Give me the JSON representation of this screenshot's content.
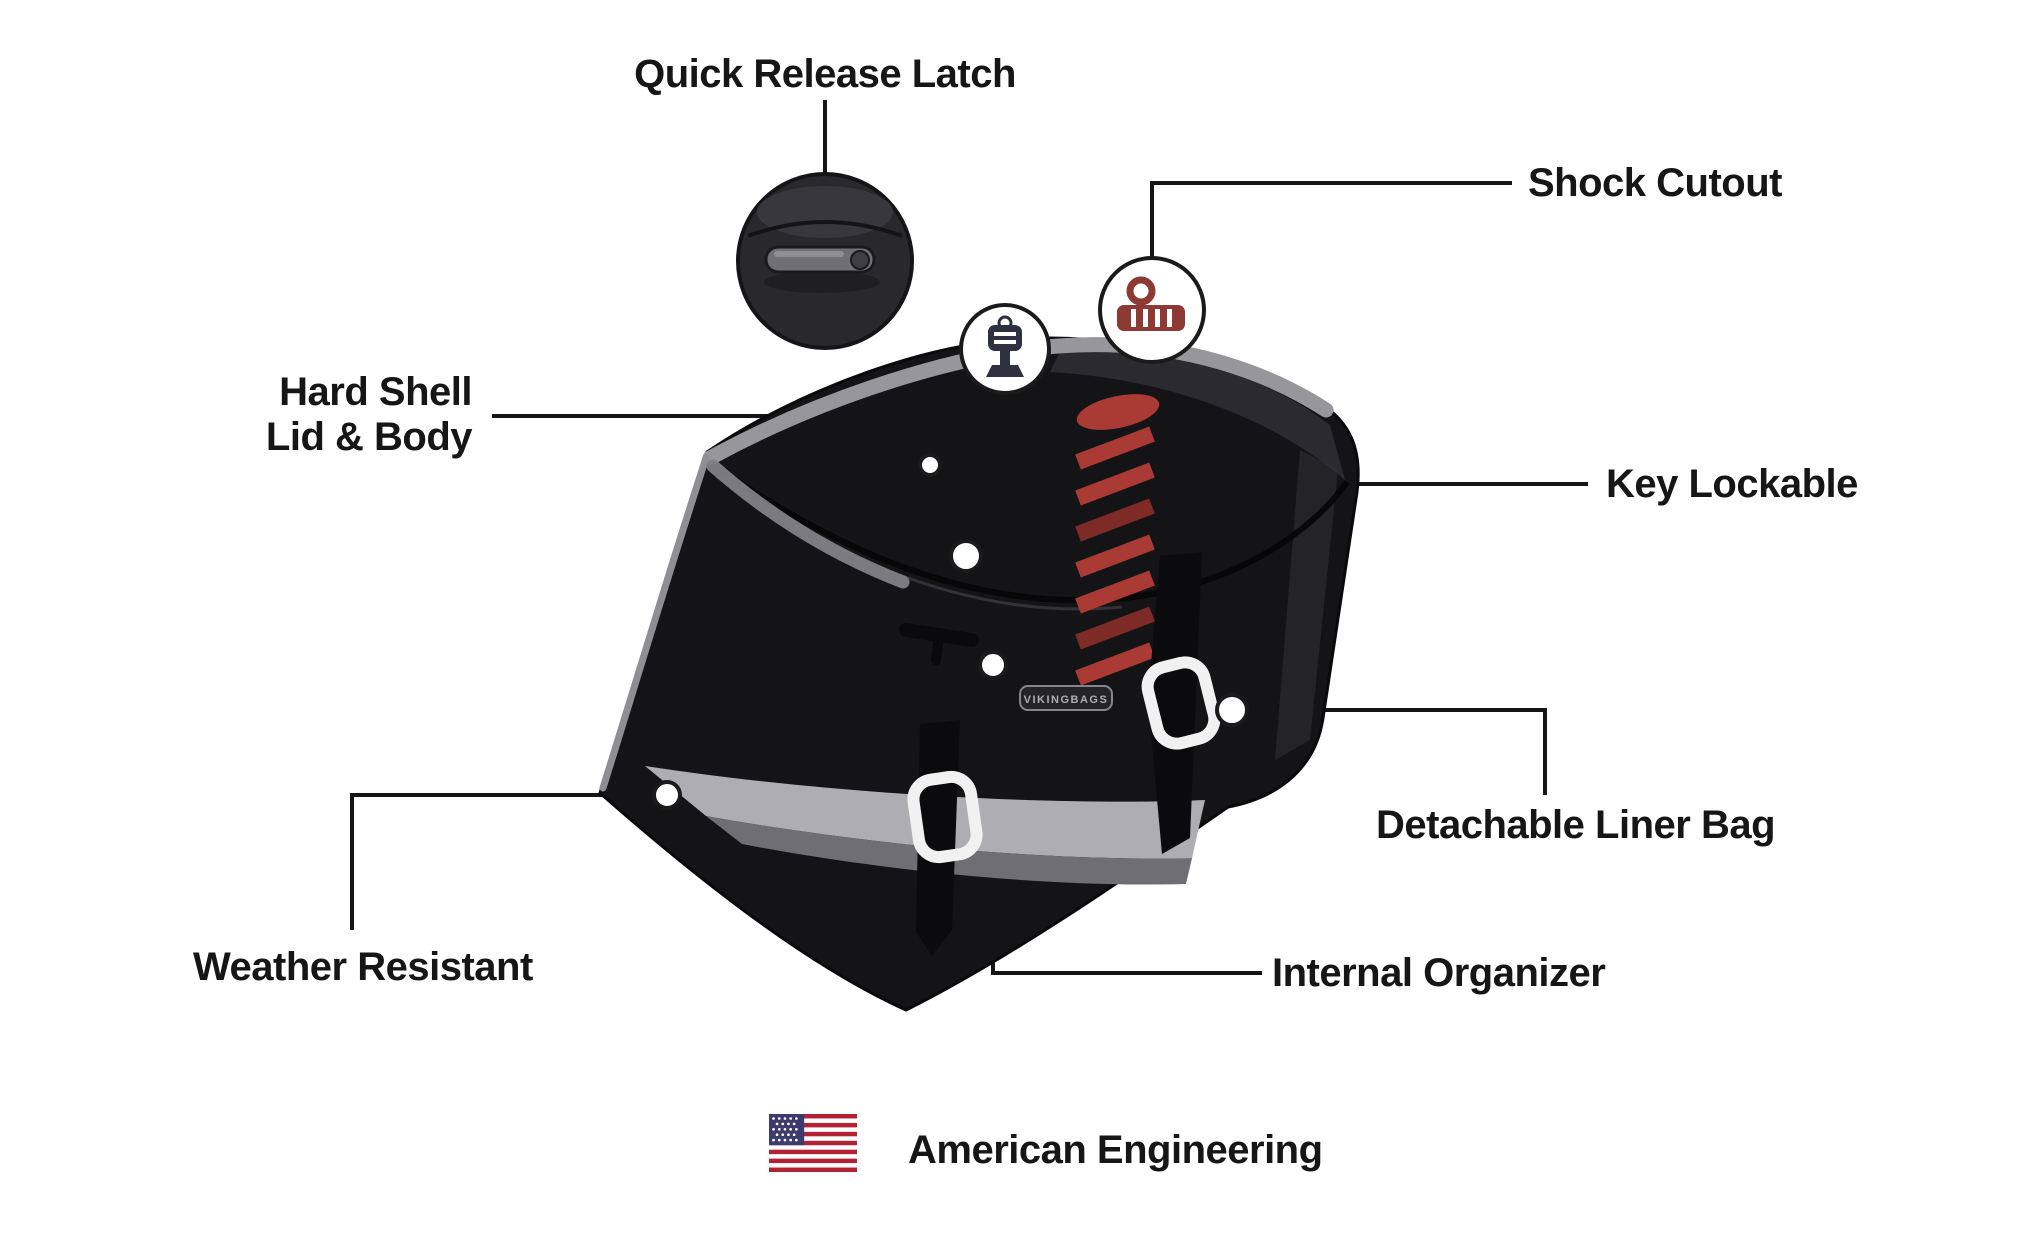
{
  "labels": {
    "quick_release": "Quick Release Latch",
    "shock_cutout": "Shock Cutout",
    "hard_shell_line1": "Hard Shell",
    "hard_shell_line2": "Lid & Body",
    "key_lockable": "Key Lockable",
    "detachable_liner_bag": "Detachable Liner Bag",
    "internal_organizer": "Internal Organizer",
    "weather_resistant": "Weather Resistant"
  },
  "footer": {
    "american_engineering": "American Engineering"
  },
  "brand": {
    "badge": "VIKINGBAGS"
  },
  "icons": {
    "latch_inset": "quick-release-latch-closeup",
    "key": "key-icon",
    "shock": "shock-absorber-icon",
    "flag": "us-flag-icon"
  },
  "colors": {
    "background": "#FFFFFF",
    "label_text": "#161616",
    "callout_line": "#151515",
    "bag_body": "#141417",
    "bag_trim_gray": "#97979B",
    "band_gray": "#ADADB2",
    "accent_red": "#A93A34",
    "shock_icon": "#8C3A33",
    "key_icon": "#2E3140",
    "flag_red": "#B22234",
    "flag_blue": "#3C3B6E"
  }
}
